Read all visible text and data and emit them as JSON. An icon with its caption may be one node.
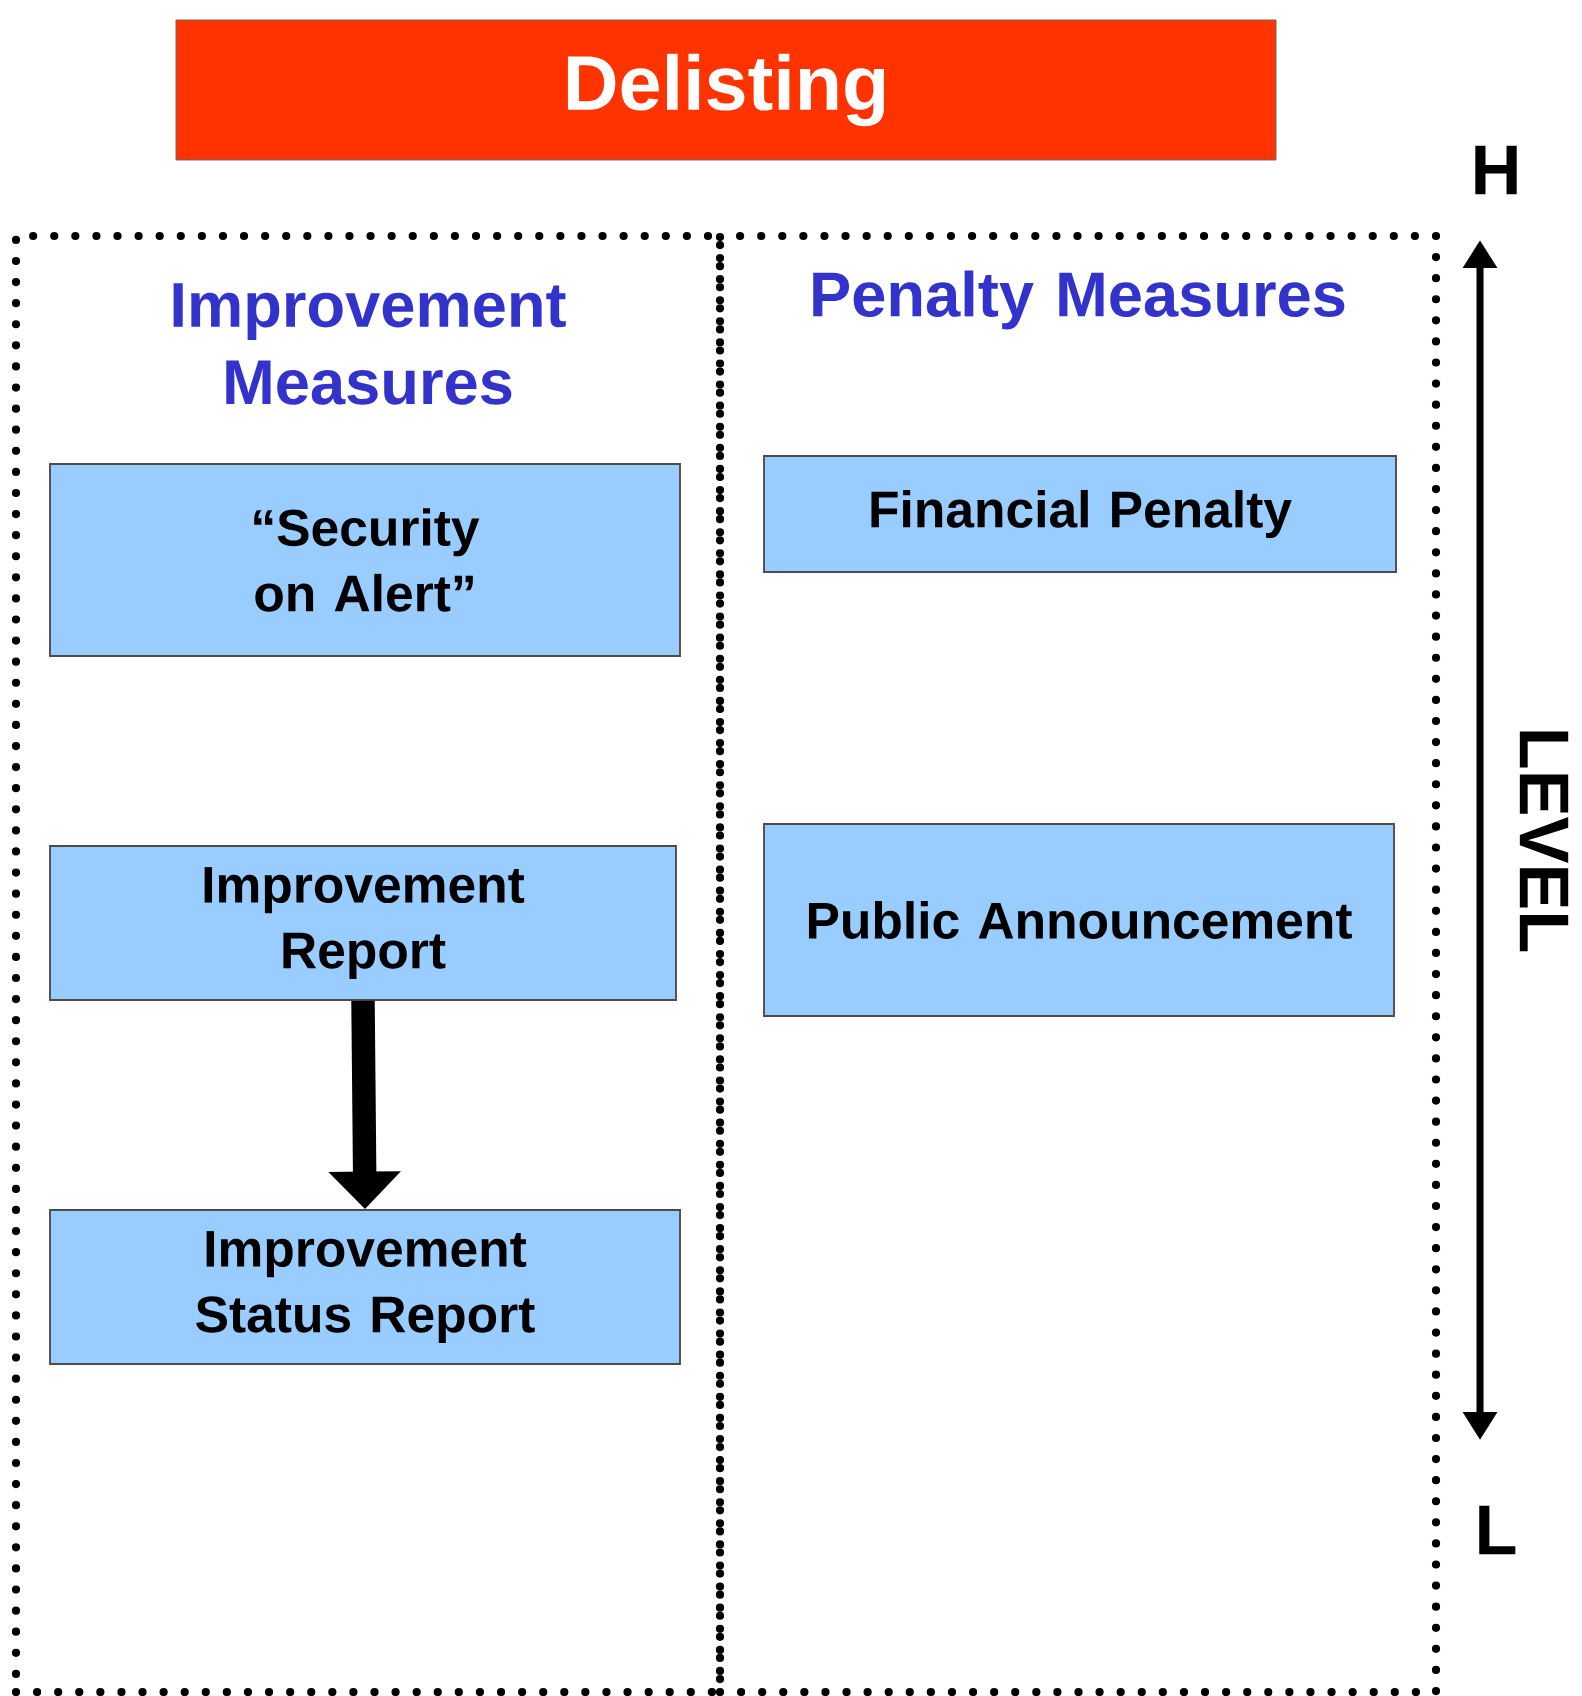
{
  "diagram": {
    "nodes": [
      {
        "text": [
          "Delisting"
        ]
      },
      {
        "text": [
          "Improvement Measures"
        ]
      },
      {
        "text": [
          "Penalty Measures"
        ]
      },
      {
        "text": [
          "“Security on Alert”"
        ],
        "in": 1
      },
      {
        "text": [
          "Improvement Report"
        ],
        "in": 1
      },
      {
        "text": [
          "Improvement Status Report"
        ],
        "in": 1
      },
      {
        "text": [
          "Financial Penalty"
        ],
        "in": 2
      },
      {
        "text": [
          "Public Announcement"
        ],
        "in": 2
      }
    ],
    "edges": [
      {
        "from": 4,
        "to": 5,
        "arrow": "to"
      }
    ],
    "labels": [
      "H",
      "LEVEL",
      "L"
    ]
  }
}
